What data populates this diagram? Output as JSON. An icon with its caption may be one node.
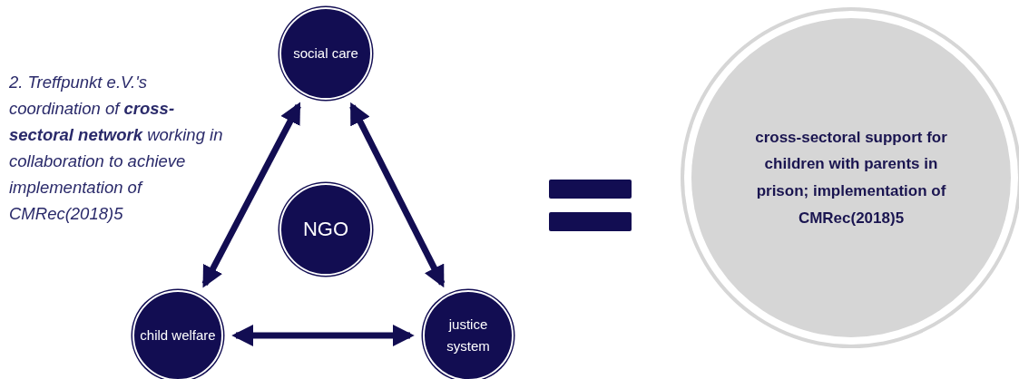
{
  "diagram": {
    "nodes": [
      {
        "text": [
          "social care"
        ]
      },
      {
        "text": [
          "NGO"
        ]
      },
      {
        "text": [
          "child welfare"
        ]
      },
      {
        "text": [
          "justice system"
        ]
      },
      {
        "text": [
          "cross-sectoral support for children with parents in prison; implementation of CMRec(2018)5"
        ]
      }
    ],
    "edges": [
      {
        "from": 0,
        "to": 2,
        "arrow": "both"
      },
      {
        "from": 0,
        "to": 3,
        "arrow": "both"
      },
      {
        "from": 2,
        "to": 3,
        "arrow": "both"
      }
    ],
    "labels": [
      "2. Treffpunkt e.V.'s coordination of **cross-sectoral network** working in collaboration to achieve implementation of CMRec(2018)5"
    ]
  }
}
